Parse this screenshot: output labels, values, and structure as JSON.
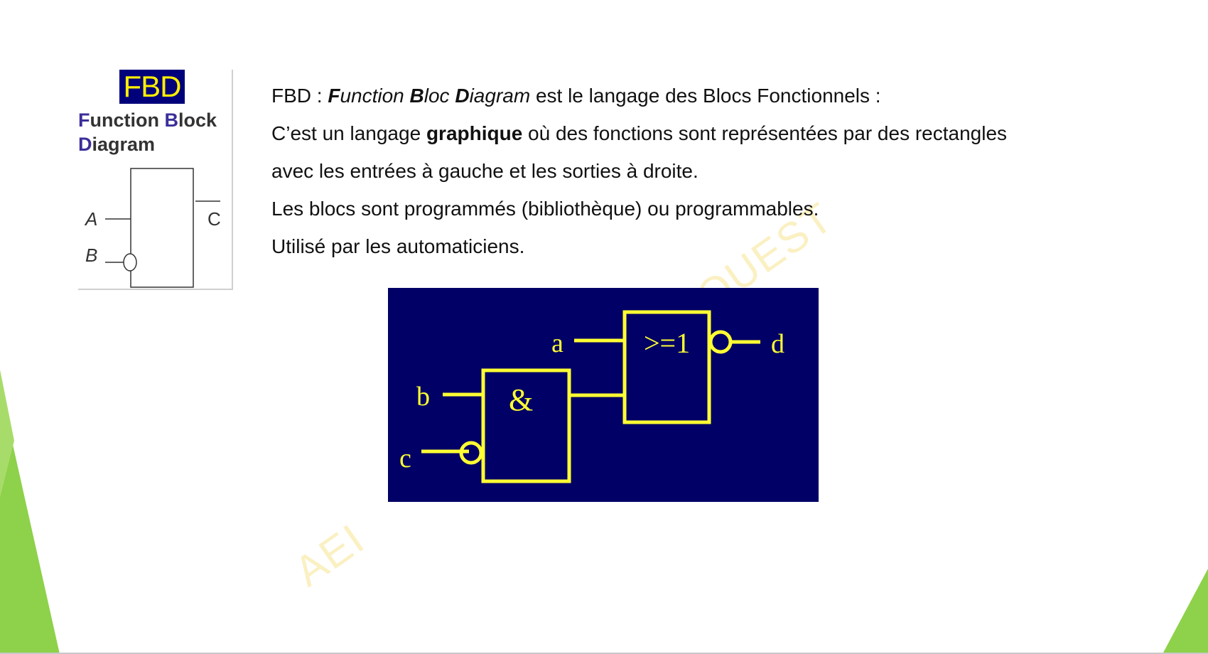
{
  "logo": {
    "badge": "FBD",
    "title_parts": [
      "F",
      "unction ",
      "B",
      "lock",
      "D",
      "iagram"
    ],
    "mini_block": {
      "input_a": "A",
      "input_b": "B",
      "output_c": "C"
    }
  },
  "content": {
    "line1": {
      "prefix": "FBD : ",
      "f": "F",
      "unction": "unction ",
      "b": "B",
      "loc": "loc ",
      "d": "D",
      "iagram": "iagram",
      "suffix": " est le langage des Blocs Fonctionnels :"
    },
    "line2": {
      "before": "C’est un langage ",
      "bold": "graphique",
      "after": " où des fonctions sont représentées par des rectangles"
    },
    "line3": "avec les entrées à gauche et les sorties à droite.",
    "line4": "Les blocs sont programmés (bibliothèque) ou programmables.",
    "line5": "Utilisé par les automaticiens."
  },
  "diagram": {
    "input_a": "a",
    "input_b": "b",
    "input_c": "c",
    "output_d": "d",
    "and_block": "&",
    "or_block": ">=1"
  },
  "watermark": {
    "part1": "AEI",
    "part2": "OUEST"
  },
  "colors": {
    "diagram_bg": "#000066",
    "diagram_lines": "#ffff33",
    "badge_bg": "#00007a",
    "badge_text": "#ffef00",
    "accent_green": "#8ed14a"
  }
}
